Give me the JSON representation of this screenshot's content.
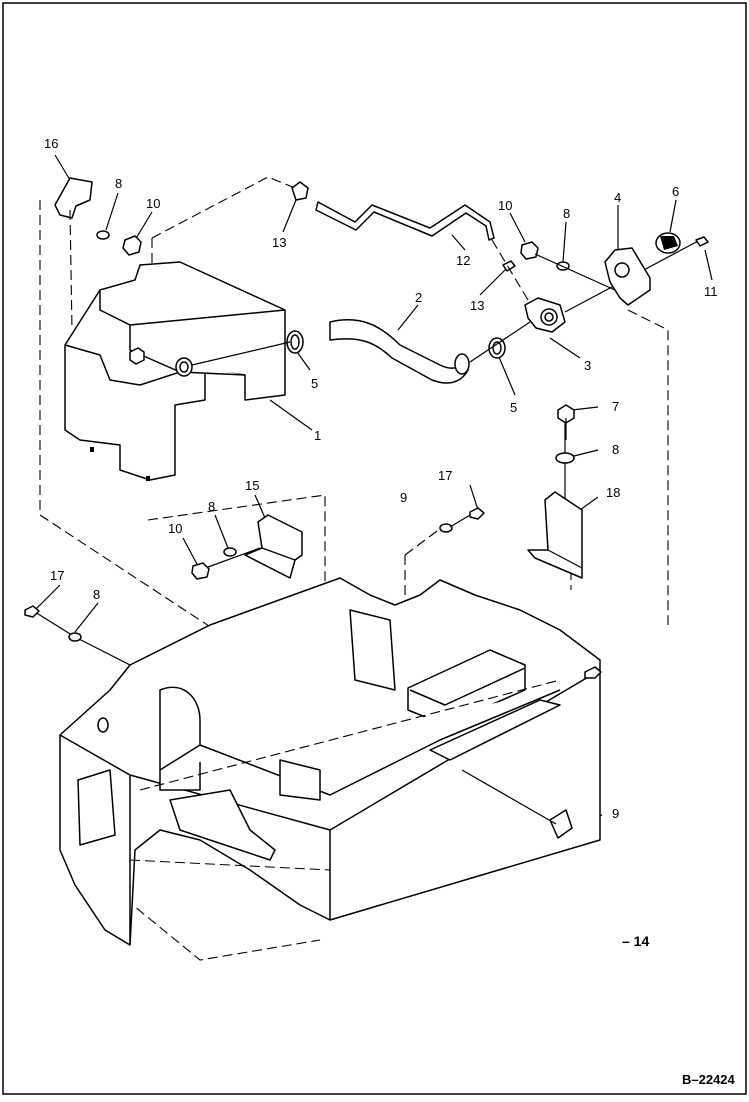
{
  "drawing": {
    "figure_ref": "– 14",
    "document_id": "B–22424",
    "callouts": [
      "16",
      "8",
      "10",
      "13",
      "12",
      "10",
      "8",
      "4",
      "6",
      "11",
      "13",
      "2",
      "5",
      "3",
      "5",
      "1",
      "7",
      "8",
      "18",
      "17",
      "9",
      "15",
      "8",
      "10",
      "17",
      "8",
      "9"
    ]
  }
}
